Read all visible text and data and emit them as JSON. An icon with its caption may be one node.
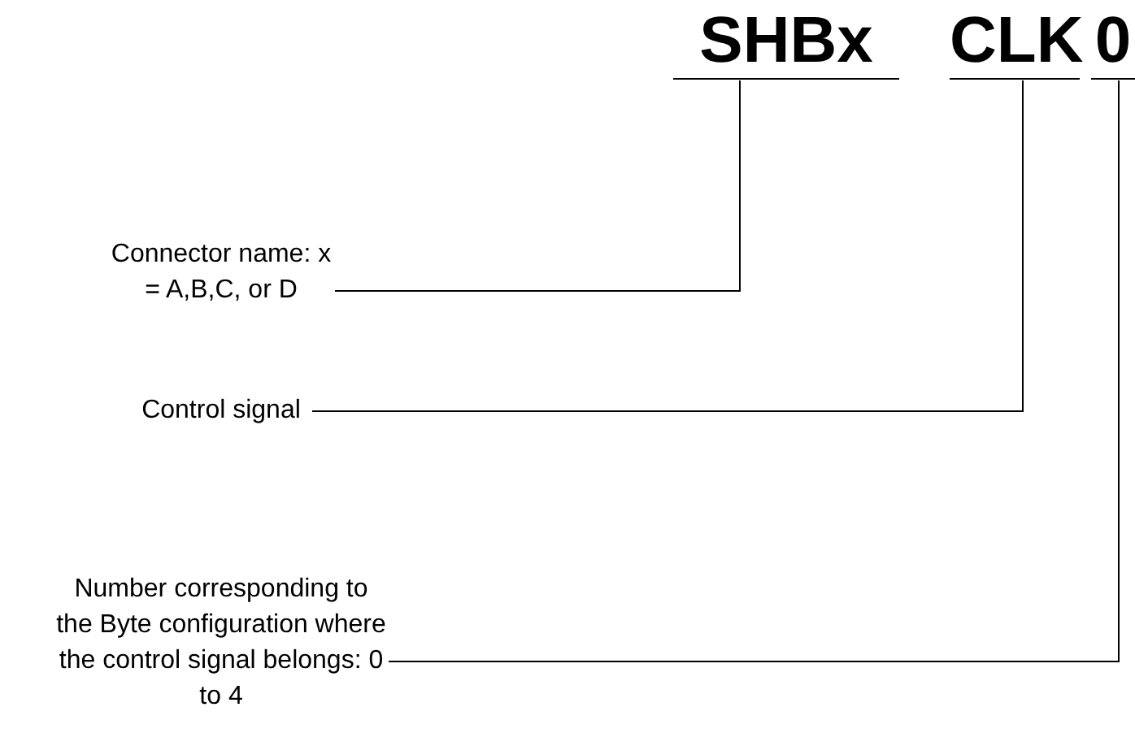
{
  "diagram": {
    "nodes": [
      {
        "text": [
          "SHBx"
        ]
      },
      {
        "text": [
          "CLK"
        ]
      },
      {
        "text": [
          "0"
        ]
      },
      {
        "text": [
          "Connector name: x = A,B,C, or D"
        ]
      },
      {
        "text": [
          "Control signal"
        ]
      },
      {
        "text": [
          "Number corresponding to the Byte configuration where the control signal belongs: 0 to 4"
        ]
      }
    ],
    "edges": [
      {
        "from": 3,
        "to": 0,
        "arrow": "none"
      },
      {
        "from": 4,
        "to": 1,
        "arrow": "none"
      },
      {
        "from": 5,
        "to": 2,
        "arrow": "none"
      }
    ]
  }
}
